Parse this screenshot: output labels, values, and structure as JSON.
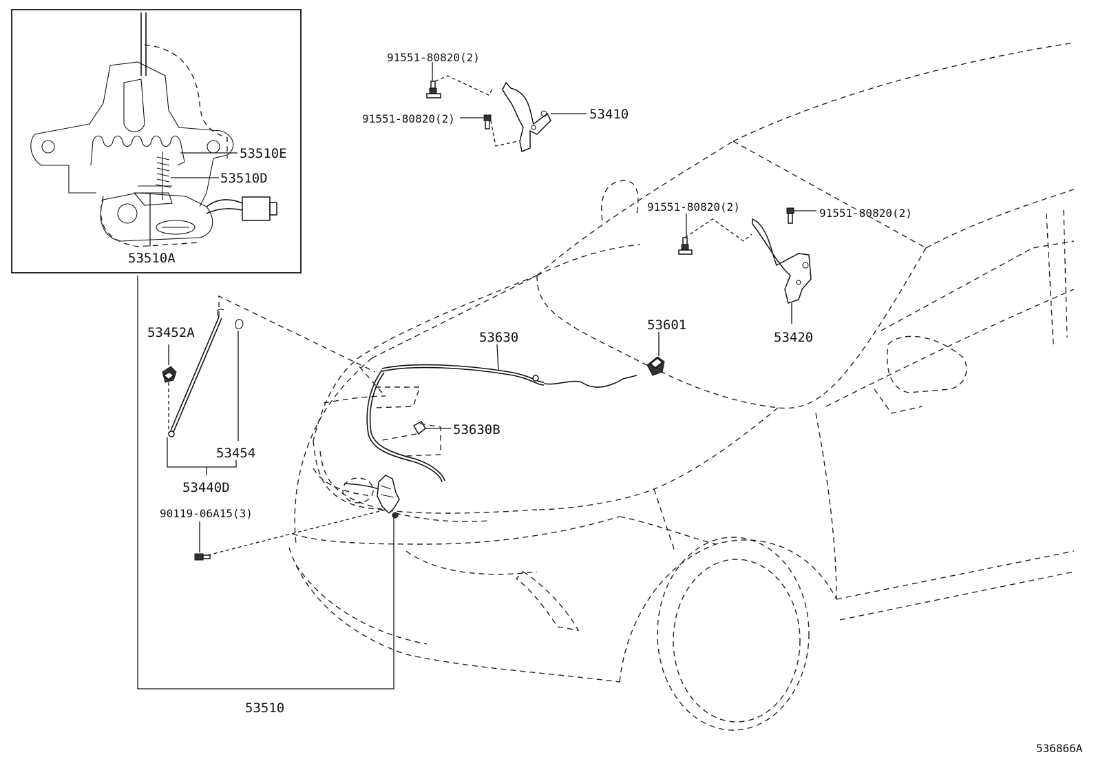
{
  "labels": {
    "p53510E": "53510E",
    "p53510D": "53510D",
    "p53510A": "53510A",
    "p53410": "53410",
    "p91551_top1": "91551-80820(2)",
    "p91551_top2": "91551-80820(2)",
    "p91551_mid1": "91551-80820(2)",
    "p91551_mid2": "91551-80820(2)",
    "p53420": "53420",
    "p53601": "53601",
    "p53630": "53630",
    "p53630B": "53630B",
    "p53452A": "53452A",
    "p53454": "53454",
    "p53440D": "53440D",
    "p90119": "90119-06A15(3)",
    "p53510": "53510",
    "ref": "536866A"
  }
}
